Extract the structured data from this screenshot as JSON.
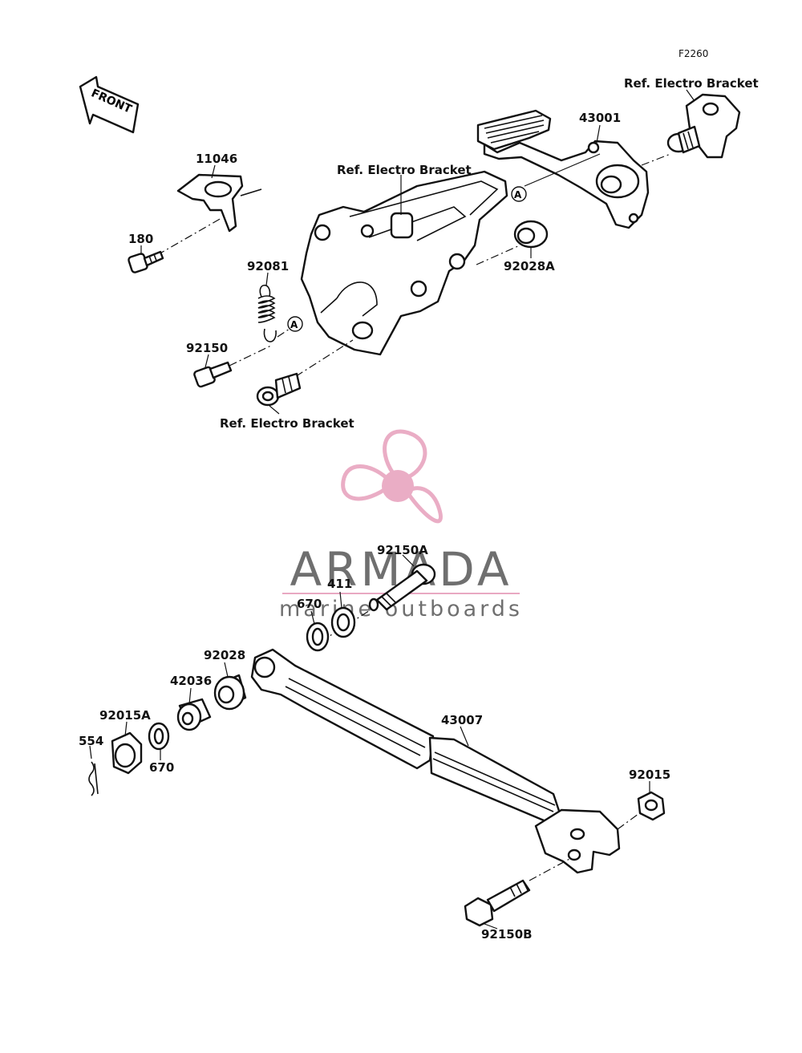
{
  "figure_code": "F2260",
  "front_label": "FRONT",
  "ref_marker": "A",
  "colors": {
    "watermark_pink": "#e9a9c2",
    "watermark_gray": "#6f6f6f",
    "ink": "#111111"
  },
  "watermark": {
    "brand": "ARMADA",
    "tagline": "marine outboards"
  },
  "labels": {
    "p11046": "11046",
    "p180": "180",
    "p92081": "92081",
    "p92150": "92150",
    "ref_bracket_top": "Ref. Electro Bracket",
    "ref_bracket_mid": "Ref. Electro Bracket",
    "ref_bracket_bottom": "Ref. Electro Bracket",
    "p43001": "43001",
    "p92028A": "92028A",
    "p92150A": "92150A",
    "p411": "411",
    "p670a": "670",
    "p92028": "92028",
    "p42036": "42036",
    "p92015A": "92015A",
    "p554": "554",
    "p670b": "670",
    "p43007": "43007",
    "p92015": "92015",
    "p92150B": "92150B"
  }
}
